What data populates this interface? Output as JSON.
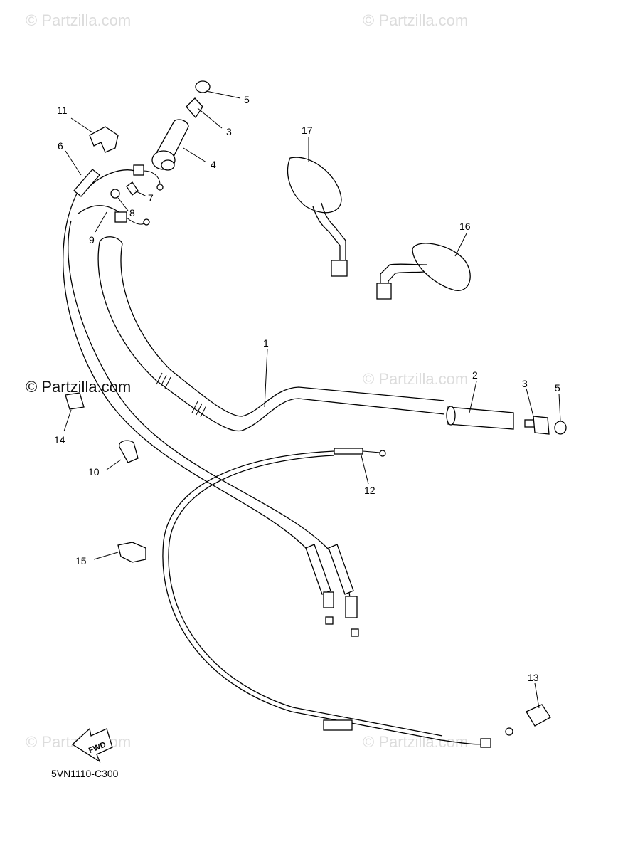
{
  "watermarks": {
    "top_left": "© Partzilla.com",
    "top_right": "© Partzilla.com",
    "mid_left": "© Partzilla.com",
    "mid_right": "© Partzilla.com",
    "bottom_left": "© Partzilla.com",
    "bottom_right": "© Partzilla.com"
  },
  "callouts": {
    "c1": "1",
    "c2": "2",
    "c3a": "3",
    "c3b": "3",
    "c4": "4",
    "c5a": "5",
    "c5b": "5",
    "c6": "6",
    "c7": "7",
    "c8": "8",
    "c9": "9",
    "c10": "10",
    "c11": "11",
    "c12": "12",
    "c13": "13",
    "c14": "14",
    "c15": "15",
    "c16": "16",
    "c17": "17"
  },
  "fwd_label": "FWD",
  "diagram_code": "5VN1110-C300"
}
